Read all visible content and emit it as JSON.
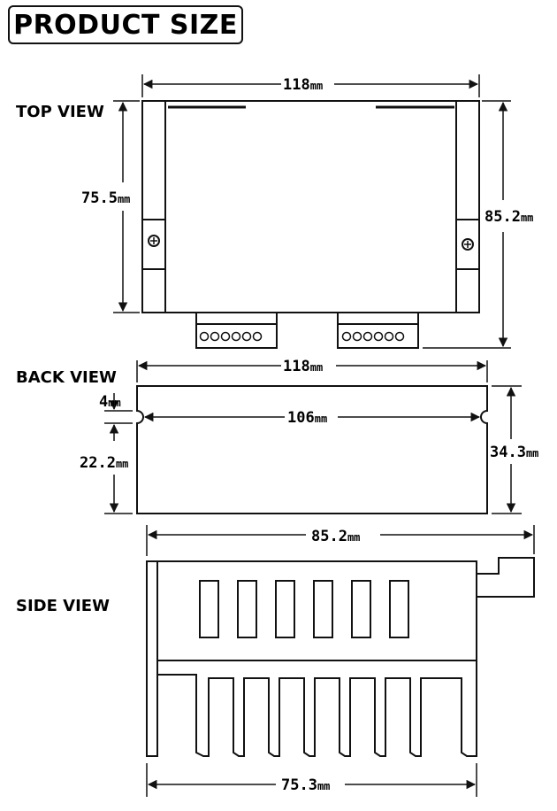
{
  "title": "PRODUCT SIZE",
  "views": {
    "top": {
      "label": "TOP VIEW"
    },
    "back": {
      "label": "BACK VIEW"
    },
    "side": {
      "label": "SIDE VIEW"
    }
  },
  "dimensions": {
    "top_width": {
      "value": "118",
      "unit": "mm"
    },
    "top_inner_height": {
      "value": "75.5",
      "unit": "mm"
    },
    "top_outer_height": {
      "value": "85.2",
      "unit": "mm"
    },
    "back_width": {
      "value": "118",
      "unit": "mm"
    },
    "back_slot_spacing": {
      "value": "106",
      "unit": "mm"
    },
    "back_slot_offset": {
      "value": "4",
      "unit": "mm"
    },
    "back_lower_height": {
      "value": "22.2",
      "unit": "mm"
    },
    "back_height": {
      "value": "34.3",
      "unit": "mm"
    },
    "side_width": {
      "value": "85.2",
      "unit": "mm"
    },
    "side_base_width": {
      "value": "75.3",
      "unit": "mm"
    }
  },
  "colors": {
    "line": "#111111",
    "background": "#ffffff"
  }
}
